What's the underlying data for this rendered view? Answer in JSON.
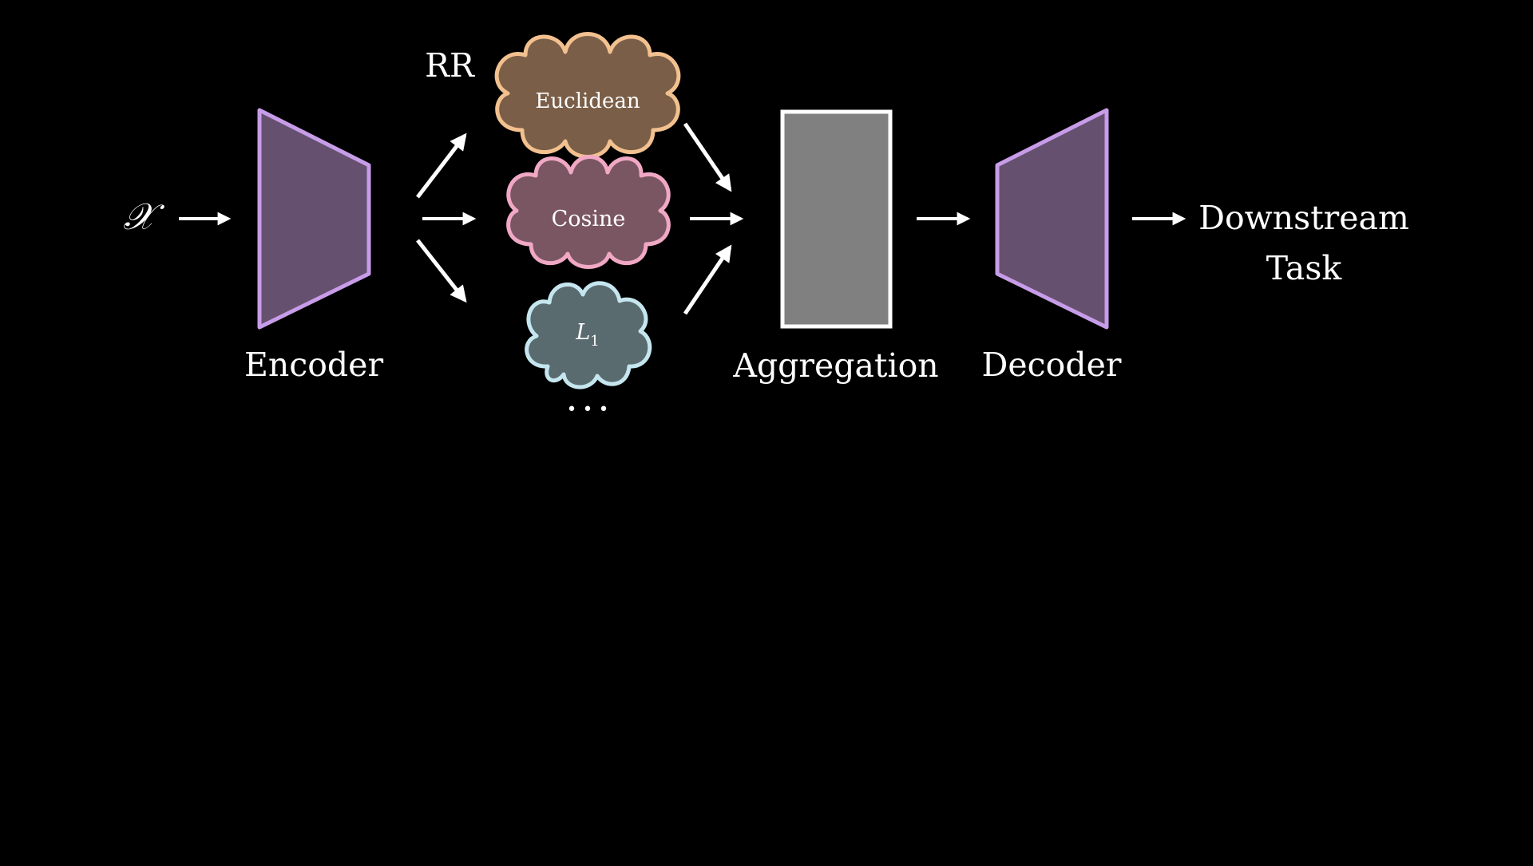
{
  "input": {
    "symbol": "𝒳"
  },
  "rr_label": "RR",
  "encoder": {
    "label": "Encoder"
  },
  "clouds": [
    {
      "id": "euclidean",
      "label": "Euclidean",
      "fill": "#7a5e47",
      "stroke": "#f2c18f"
    },
    {
      "id": "cosine",
      "label": "Cosine",
      "fill": "#7a5662",
      "stroke": "#f0a8c4"
    },
    {
      "id": "l1",
      "label": "L",
      "subscript": "1",
      "fill": "#5a6b6f",
      "stroke": "#c5e6ef"
    }
  ],
  "ellipsis": "• • •",
  "aggregation": {
    "label": "Aggregation",
    "fill": "#808080",
    "stroke": "#ffffff"
  },
  "decoder": {
    "label": "Decoder"
  },
  "output": {
    "line1": "Downstream",
    "line2": "Task"
  },
  "colors": {
    "background": "#000000",
    "block_fill": "#66506f",
    "block_stroke": "#c79ce8",
    "arrow": "#ffffff",
    "text": "#ffffff"
  }
}
